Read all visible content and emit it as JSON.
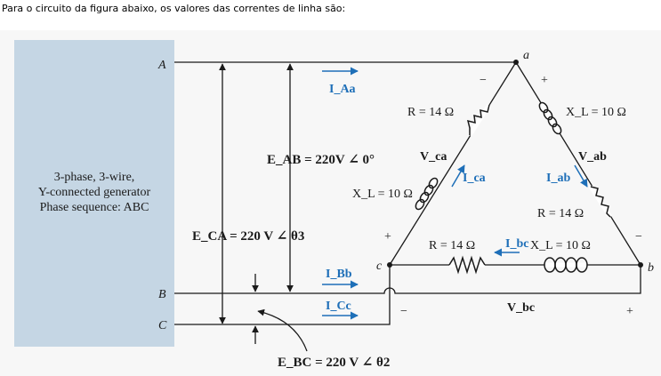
{
  "question": "Para o circuito da figura abaixo, os valores das correntes de linha são:",
  "generator": {
    "line1": "3-phase, 3-wire,",
    "line2": "Y-connected generator",
    "line3": "Phase sequence: ABC"
  },
  "lines": {
    "A": "A",
    "B": "B",
    "C": "C"
  },
  "nodes": {
    "a": "a",
    "b": "b",
    "c": "c"
  },
  "voltages": {
    "E_AB": "E_AB = 220V ∠ 0°",
    "E_CA": "E_CA = 220 V ∠ θ3",
    "E_BC": "E_BC = 220 V ∠ θ2"
  },
  "currents": {
    "I_Aa": "I_Aa",
    "I_Bb": "I_Bb",
    "I_Cc": "I_Cc",
    "I_ca": "I_ca",
    "I_ab": "I_ab",
    "I_bc": "I_bc"
  },
  "branch_voltages": {
    "V_ca": "V_ca",
    "V_ab": "V_ab",
    "V_bc": "V_bc"
  },
  "components": {
    "R_ca": "R = 14 Ω",
    "XL_ca": "X_L = 10 Ω",
    "XL_ab": "X_L = 10 Ω",
    "R_ab": "R = 14 Ω",
    "R_bc": "R = 14 Ω",
    "XL_bc": "X_L = 10 Ω"
  },
  "polarity": {
    "plus": "+",
    "minus": "−"
  },
  "colors": {
    "accent": "#1e6fb8",
    "panel": "#c5d6e4",
    "wire": "#1a1a1a"
  }
}
